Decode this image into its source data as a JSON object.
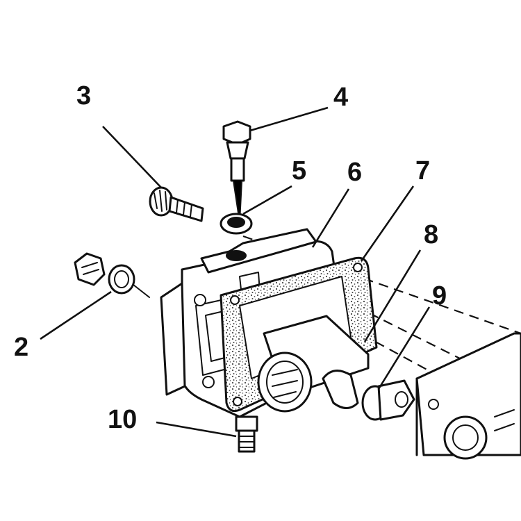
{
  "callouts": [
    {
      "id": "c2",
      "label": "2"
    },
    {
      "id": "c3",
      "label": "3"
    },
    {
      "id": "c4",
      "label": "4"
    },
    {
      "id": "c5",
      "label": "5"
    },
    {
      "id": "c6",
      "label": "6"
    },
    {
      "id": "c7",
      "label": "7"
    },
    {
      "id": "c8",
      "label": "8"
    },
    {
      "id": "c9",
      "label": "9"
    },
    {
      "id": "c10",
      "label": "10"
    }
  ],
  "colors": {
    "ink": "#111111",
    "paper": "#ffffff",
    "speckle": "#555555"
  }
}
